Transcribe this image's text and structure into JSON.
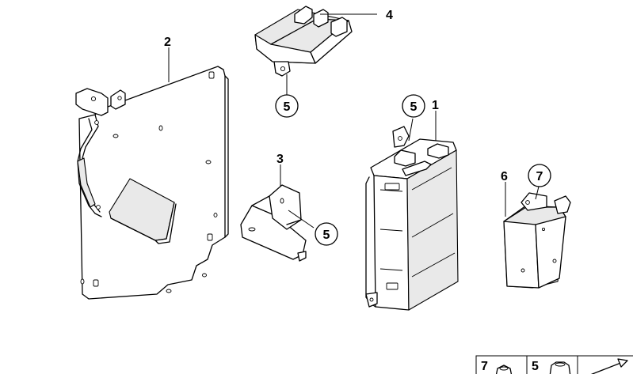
{
  "callouts": {
    "c1": "1",
    "c2": "2",
    "c3": "3",
    "c4": "4",
    "c5a": "5",
    "c5b": "5",
    "c5c": "5",
    "c6": "6",
    "c7": "7"
  },
  "legend": {
    "item_a": "7",
    "item_b": "5"
  }
}
